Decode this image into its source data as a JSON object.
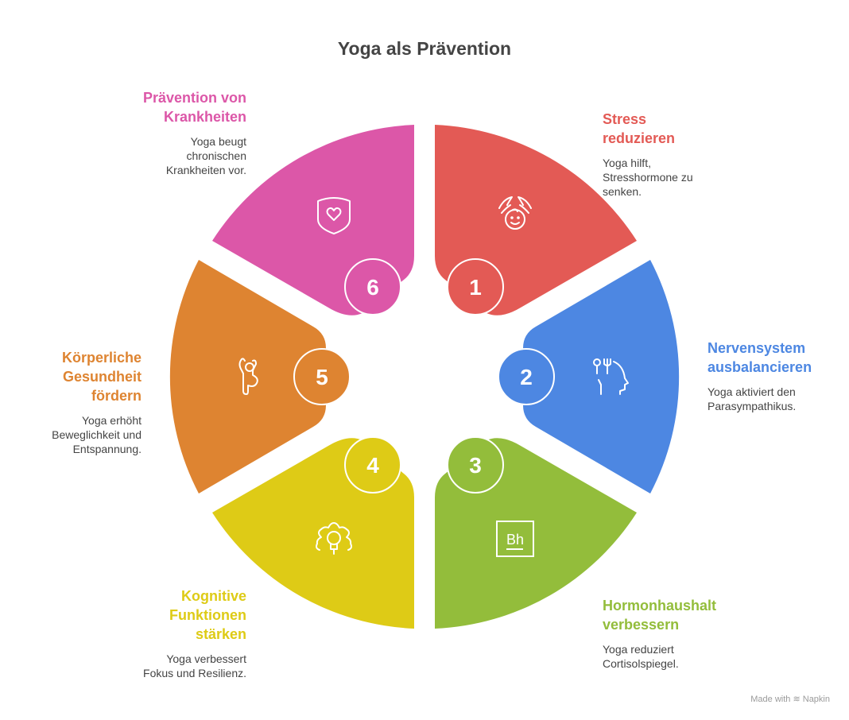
{
  "title": "Yoga als Prävention",
  "footer": {
    "made_with": "Made with",
    "brand": "Napkin",
    "icon": "napkin-logo-icon"
  },
  "segments": [
    {
      "number": "1",
      "title_line1": "Stress",
      "title_line2": "reduzieren",
      "title_line3": "",
      "desc_line1": "Yoga hilft,",
      "desc_line2": "Stresshormone zu",
      "desc_line3": "senken.",
      "color": "#E35A55",
      "icon": "relaxed-face-hands-icon"
    },
    {
      "number": "2",
      "title_line1": "Nervensystem",
      "title_line2": "ausbalancieren",
      "title_line3": "",
      "desc_line1": "Yoga aktiviert den",
      "desc_line2": "Parasympathikus.",
      "desc_line3": "",
      "color": "#4D87E2",
      "icon": "head-nerves-icon"
    },
    {
      "number": "3",
      "title_line1": "Hormonhaushalt",
      "title_line2": "verbessern",
      "title_line3": "",
      "desc_line1": "Yoga reduziert",
      "desc_line2": "Cortisolspiegel.",
      "desc_line3": "",
      "color": "#93BD3B",
      "icon": "bohrium-element-icon"
    },
    {
      "number": "4",
      "title_line1": "Kognitive",
      "title_line2": "Funktionen",
      "title_line3": "stärken",
      "desc_line1": "Yoga verbessert",
      "desc_line2": "Fokus und Resilienz.",
      "desc_line3": "",
      "color": "#DECB16",
      "icon": "gear-lightbulb-icon"
    },
    {
      "number": "5",
      "title_line1": "Körperliche",
      "title_line2": "Gesundheit",
      "title_line3": "fördern",
      "desc_line1": "Yoga erhöht",
      "desc_line2": "Beweglichkeit und",
      "desc_line3": "Entspannung.",
      "color": "#DE8431",
      "icon": "yoga-pose-icon"
    },
    {
      "number": "6",
      "title_line1": "Prävention von",
      "title_line2": "Krankheiten",
      "title_line3": "",
      "desc_line1": "Yoga beugt",
      "desc_line2": "chronischen",
      "desc_line3": "Krankheiten vor.",
      "color": "#DC57A8",
      "icon": "shield-heart-icon"
    }
  ]
}
